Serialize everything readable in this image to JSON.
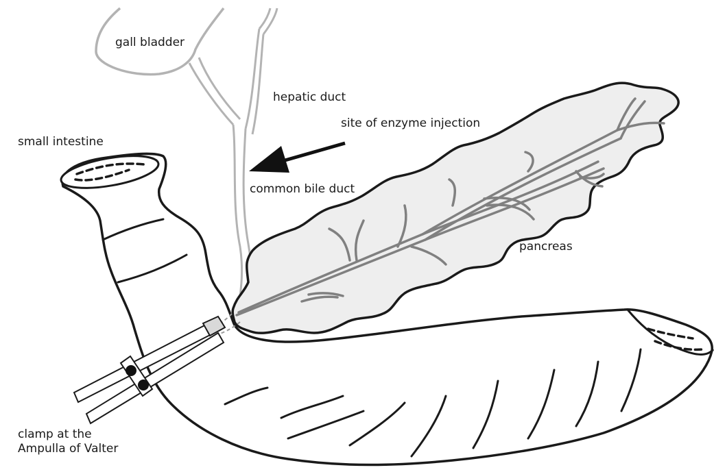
{
  "labels": {
    "gall_bladder": "gall bladder",
    "hepatic_duct": "hepatic duct",
    "site_of_injection": "site of enzyme injection",
    "small_intestine": "small intestine",
    "common_bile_duct": "common bile duct",
    "pancreas": "pancreas",
    "clamp_line1": "clamp at the",
    "clamp_line2": "Ampulla of Valter"
  },
  "colors": {
    "outline": "#1a1a1a",
    "duct": "#b3b3b3",
    "pancreas_fill": "#eeeeee",
    "pancreas_duct": "#808080"
  }
}
